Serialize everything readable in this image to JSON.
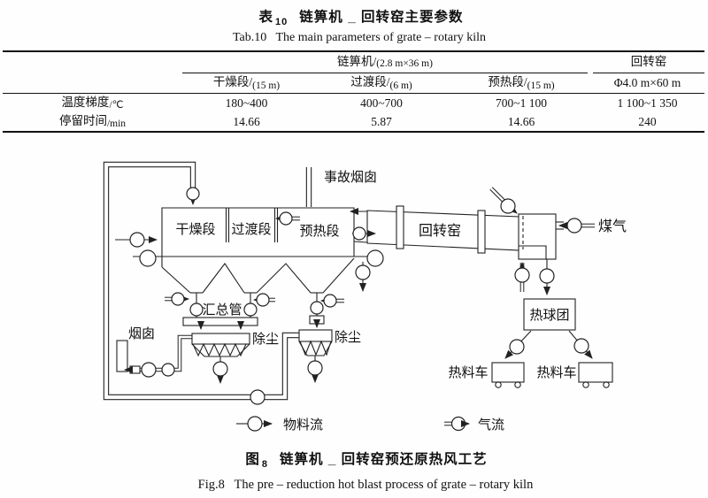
{
  "table": {
    "title_cn": {
      "prefix": "表",
      "num": "10",
      "text": "链箅机 _ 回转窑主要参数"
    },
    "title_en": "Tab.10   The main parameters of grate – rotary kiln",
    "group_headers": {
      "grate": {
        "main": "链箅机/",
        "size": "(2.8 m×36 m)"
      },
      "kiln": "回转窑"
    },
    "col_headers": [
      {
        "main": "干燥段/",
        "size": "(15 m)"
      },
      {
        "main": "过渡段/",
        "size": "(6 m)"
      },
      {
        "main": "预热段/",
        "size": "(15 m)"
      },
      {
        "main": "Φ4.0 m×60 m",
        "size": ""
      }
    ],
    "rows": [
      {
        "label": "温度梯度",
        "unit": "/℃",
        "values": [
          "180~400",
          "400~700",
          "700~1 100",
          "1 100~1 350"
        ]
      },
      {
        "label": "停留时间",
        "unit": "/min",
        "values": [
          "14.66",
          "5.87",
          "14.66",
          "240"
        ]
      }
    ]
  },
  "diagram": {
    "labels": {
      "accident_chimney": "事故烟囱",
      "drying": "干燥段",
      "transition": "过渡段",
      "preheat": "预热段",
      "rotary_kiln": "回转窑",
      "coal_gas": "煤气",
      "header_pipe": "汇总管",
      "chimney": "烟囱",
      "dedust1": "除尘",
      "dedust2": "除尘",
      "hot_pellet": "热球团",
      "hot_car1": "热料车",
      "hot_car2": "热料车"
    },
    "legend": {
      "material": "物料流",
      "gas": "气流"
    }
  },
  "figure": {
    "caption_cn": {
      "prefix": "图",
      "num": "8",
      "text": "链箅机 _ 回转窑预还原热风工艺"
    },
    "caption_en": "Fig.8   The pre – reduction hot blast process of grate – rotary kiln"
  },
  "colors": {
    "ink": "#111111",
    "line": "#222222",
    "bg": "#fefefe"
  }
}
